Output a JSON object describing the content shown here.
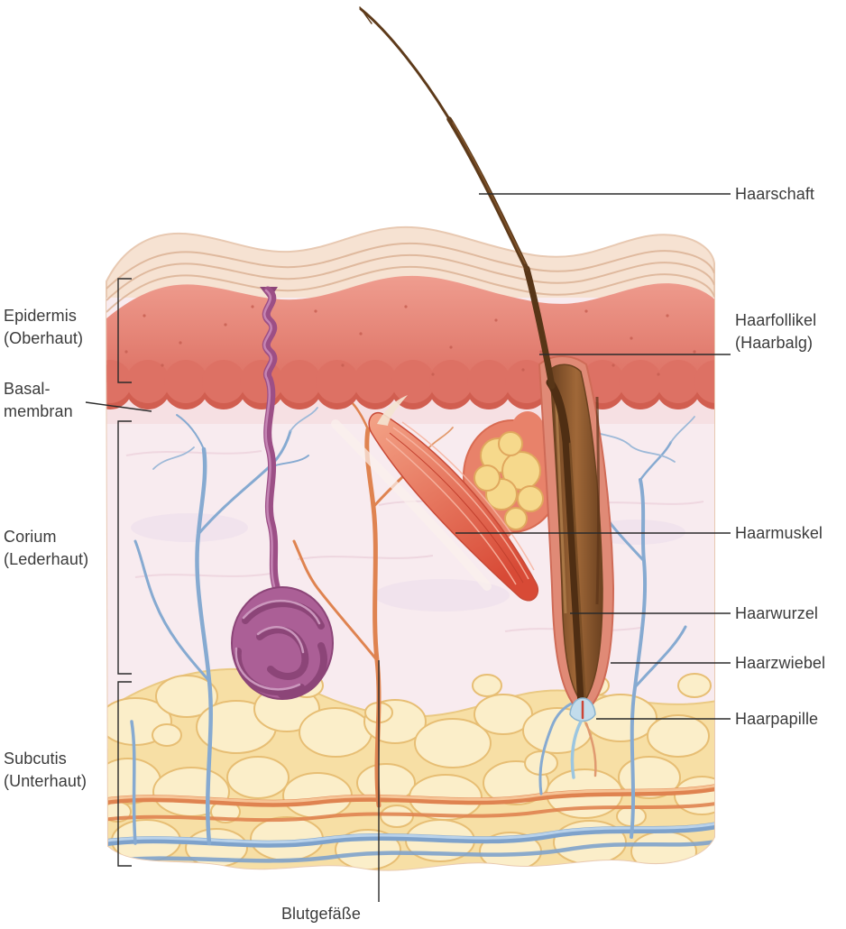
{
  "labels": {
    "left": [
      {
        "line1": "Epidermis",
        "line2": "(Oberhaut)"
      },
      {
        "line1": "Basal-",
        "line2": "membran"
      },
      {
        "line1": "Corium",
        "line2": "(Lederhaut)"
      },
      {
        "line1": "Subcutis",
        "line2": "(Unterhaut)"
      }
    ],
    "right": [
      {
        "line1": "Haarschaft",
        "line2": ""
      },
      {
        "line1": "Haarfollikel",
        "line2": "(Haarbalg)"
      },
      {
        "line1": "Haarmuskel",
        "line2": ""
      },
      {
        "line1": "Haarwurzel",
        "line2": ""
      },
      {
        "line1": "Haarzwiebel",
        "line2": ""
      },
      {
        "line1": "Haarpapille",
        "line2": ""
      }
    ],
    "bottom": {
      "text": "Blutgefäße"
    }
  },
  "illustration": {
    "type": "anatomical-cross-section",
    "colors": {
      "leader_line": "#2b2b2b",
      "label_text": "#3b3b3b",
      "skin_surface": "#f6e2d2",
      "epidermis": "#dd7164",
      "corium": "#f8ebef",
      "subcutis_fat": "#f7dfa5",
      "hair": "#5d3a1a",
      "follicle": "#8a5630",
      "hair_muscle": "#d84a36",
      "sweat_gland": "#a2548c",
      "vessel_blue": "#7ea2cb",
      "vessel_orange": "#df8350",
      "sebaceous_gland": "#f6d98c",
      "hair_papilla": "#c2dcec"
    }
  }
}
